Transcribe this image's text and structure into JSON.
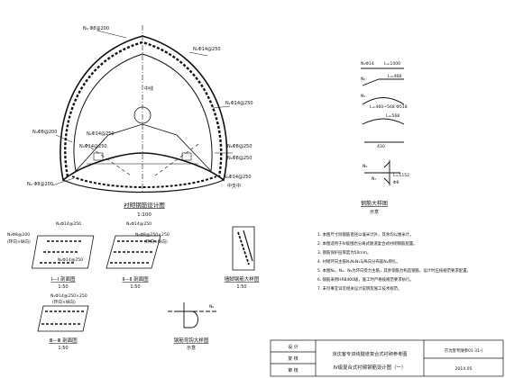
{
  "main_section": {
    "labels": {
      "n4_top": "N₄ Φ8@200",
      "n1_top": "N₁Φ14@250",
      "n1_right": "N₁Φ14@250",
      "n4_left": "N₄Φ8@200",
      "n4_lower_left": "N₄ Φ8@200",
      "n6_right": "N₆Φ8@250",
      "n6_right2": "N₆Φ8@250",
      "n2_left": "N₂Φ14@250",
      "n3_left": "N₃Φ14@250",
      "n3_right": "N₃Φ14@250",
      "axis_mark": "中线",
      "center_mark": "中支中"
    },
    "caption": "衬砌钢筋设计图",
    "scale": "1:100"
  },
  "bar_schedule": {
    "items": [
      {
        "label": "N₁Φ14",
        "dim": "L=1000"
      },
      {
        "label": "N₂",
        "dim": "L=468"
      },
      {
        "label": "N₃",
        "dim": "L=460~568 Φ518"
      },
      {
        "label": "",
        "dim": "L=568"
      },
      {
        "label": "",
        "dim": "430"
      },
      {
        "label": "N₅",
        "dim": "L=1152"
      },
      {
        "label": "N₇",
        "dim": "Φ6"
      }
    ],
    "caption": "钢筋大样图",
    "note": "示意"
  },
  "section_1": {
    "label_a": "N₁Φ14@250",
    "label_b": "N₄Φ8@200",
    "label_c": "N₅Φ14@250",
    "label_d": "(环向×纵向)",
    "caption": "Ⅰ—Ⅰ 剖面图",
    "scale": "1:50"
  },
  "section_2": {
    "label_a": "N₁Φ14@250",
    "label_b": "N₆Φ8@250×250",
    "label_c": "(环向×纵向)",
    "caption": "Ⅱ—Ⅱ 剖面图",
    "scale": "1:50"
  },
  "section_3": {
    "label_a": "N₁Φ14@250×250",
    "label_b": "(环向×纵向)",
    "caption": "Ⅲ—Ⅲ 剖面图",
    "scale": "1:50"
  },
  "edge_detail": {
    "caption": "墙脚钢筋大样图",
    "scale": "1:50"
  },
  "joint_detail": {
    "label": "N₆",
    "caption": "钢筋弯钩大样图",
    "note": "示意"
  },
  "notes": {
    "items": [
      "1. 本图尺寸除钢筋直径以毫米计外，其余均以厘米计。",
      "2. 本图适用于Ⅳ级围岩分离式隧道复合式衬砌钢筋配置。",
      "3. 钢筋保护层厚度为50mm。",
      "4. 衬砌环向主筋N₁N₂N₃与纵向分布筋N₄绑扎。",
      "5. 本图N₁、N₂、N₃为环向受力主筋，其余钢筋为构造钢筋，设计时应按规范要求配置。",
      "6. 钢筋采用HRB400级，施工时严格按规范要求执行。",
      "7. 未尽事宜详见相关设计说明及施工技术规范。"
    ]
  },
  "title_block": {
    "design_label": "设 计",
    "check_label": "复 核",
    "review_label": "审 核",
    "project": "京沈客专双线隧道复合式衬砌参考图",
    "subtitle": "Ⅳ级复合式衬砌钢筋设计图（一）",
    "drawing_no": "京沈客专隧参01-31-(",
    "date": "2014.05"
  }
}
